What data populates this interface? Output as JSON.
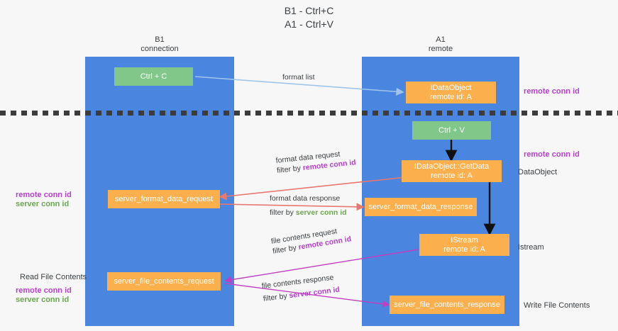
{
  "title": {
    "line1": "B1 - Ctrl+C",
    "line2": "A1 - Ctrl+V"
  },
  "columns": {
    "left": {
      "name": "B1",
      "role": "connection"
    },
    "right": {
      "name": "A1",
      "role": "remote"
    }
  },
  "boxes": {
    "ctrl_c": {
      "line1": "Ctrl + C",
      "line2": "",
      "color": "#82c78a"
    },
    "dataobject_remote": {
      "line1": "IDataObject",
      "line2": "remote id: A",
      "color": "#fbb04d"
    },
    "ctrl_v": {
      "line1": "Ctrl + V",
      "line2": "",
      "color": "#82c78a"
    },
    "getdata": {
      "line1": "IDataObject::GetData",
      "line2": "remote id: A",
      "color": "#fbb04d"
    },
    "server_format_data_request": {
      "line1": "server_format_data_request",
      "line2": "",
      "color": "#fbb04d"
    },
    "server_format_data_response": {
      "line1": "server_format_data_response",
      "line2": "",
      "color": "#fbb04d"
    },
    "istream": {
      "line1": "IStream",
      "line2": "remote id: A",
      "color": "#fbb04d"
    },
    "server_file_contents_request": {
      "line1": "server_file_contents_request",
      "line2": "",
      "color": "#fbb04d"
    },
    "server_file_contents_response": {
      "line1": "server_file_contents_response",
      "line2": "",
      "color": "#fbb04d"
    }
  },
  "flows": {
    "format_list": {
      "line1": "format list",
      "line2": ""
    },
    "format_data_request": {
      "line1": "format data request",
      "filter_prefix": "filter by ",
      "filter_key": "remote conn id"
    },
    "format_data_response": {
      "line1": "format data response",
      "filter_prefix": "filter by ",
      "filter_key": "server conn id"
    },
    "file_contents_request": {
      "line1": "file contents request",
      "filter_prefix": "filter by ",
      "filter_key": "remote conn id"
    },
    "file_contents_response": {
      "line1": "file contents response",
      "filter_prefix": "filter by ",
      "filter_key": "server conn id"
    }
  },
  "labels": {
    "right_remote_conn_id_top": "remote conn id",
    "right_remote_conn_id_mid": "remote conn id",
    "right_dataobject": "DataObject",
    "right_istream": "Istream",
    "right_write_file_contents": "Write File Contents",
    "left_remote_conn_id_mid": "remote conn id",
    "left_server_conn_id_mid": "server conn id",
    "left_read_file_contents": "Read File Contents",
    "left_remote_conn_id_bottom": "remote conn id",
    "left_server_conn_id_bottom": "server conn id"
  },
  "colors": {
    "lane": "#4a86e0",
    "green_box": "#82c78a",
    "orange_box": "#fbb04d",
    "purple_text": "#b63fcf",
    "green_text": "#6aa84f",
    "arrow_blue": "#9fc5e8",
    "arrow_red": "#e8776f",
    "arrow_magenta": "#c23fc2",
    "arrow_black": "#000000",
    "divider": "#3c3c3c",
    "background": "#f7f7f7"
  }
}
